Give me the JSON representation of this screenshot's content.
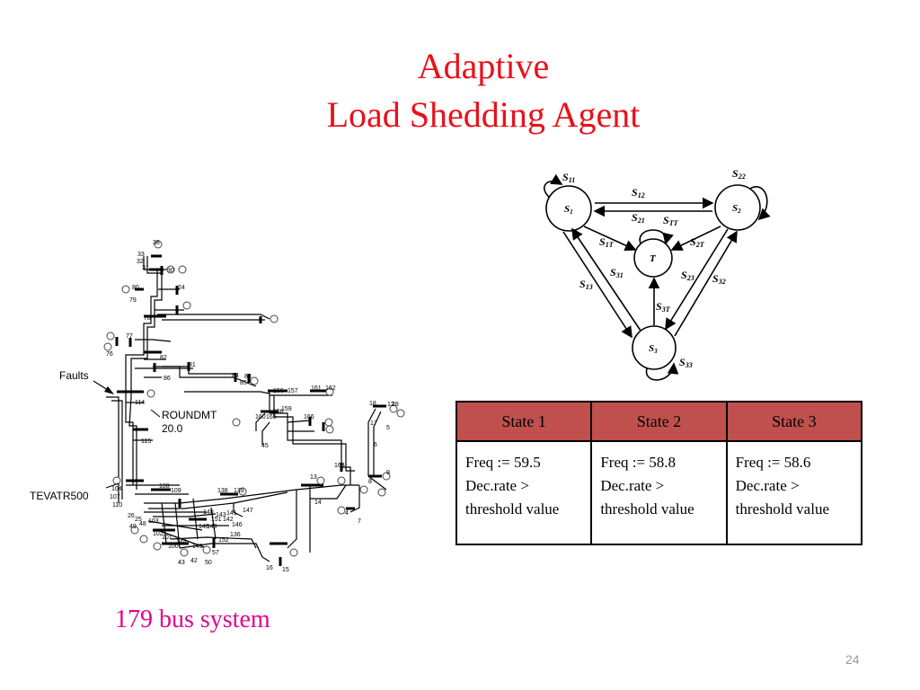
{
  "slide": {
    "title_line1": "Adaptive",
    "title_line2": "Load Shedding Agent",
    "caption": "179 bus system",
    "page_number": "24"
  },
  "network": {
    "labels": {
      "faults": "Faults",
      "roundmt": "ROUNDMT",
      "roundmt_value": "20.0",
      "tevatr": "TEVATR500"
    },
    "bus_numbers": [
      "38",
      "33",
      "32",
      "31",
      "30",
      "80",
      "79",
      "24",
      "78",
      "77",
      "76",
      "82",
      "86",
      "81",
      "84",
      "83",
      "85",
      "114",
      "115",
      "16",
      "15",
      "43",
      "42",
      "50",
      "57",
      "104",
      "110",
      "107",
      "108",
      "109",
      "138",
      "139",
      "140",
      "146",
      "147",
      "152",
      "136",
      "156",
      "157",
      "161",
      "162",
      "158",
      "159",
      "160",
      "165",
      "166",
      "45",
      "163",
      "14",
      "13",
      "17",
      "18",
      "5",
      "6",
      "9",
      "8",
      "7",
      "4",
      "12",
      "28",
      "26",
      "25",
      "48",
      "49",
      "103",
      "102",
      "101",
      "100",
      "144",
      "145",
      "148",
      "149",
      "151",
      "143",
      "142",
      "141",
      "137",
      "135"
    ],
    "colors": {
      "line": "#000000",
      "generator_ring": "#444444"
    }
  },
  "state_diagram": {
    "states": [
      "S1",
      "S2",
      "S3",
      "T"
    ],
    "transitions": [
      "S11",
      "S22",
      "S33",
      "STT",
      "S12",
      "S21",
      "S1T",
      "S2T",
      "S3T",
      "S13",
      "S31",
      "S23",
      "S32"
    ]
  },
  "table": {
    "headers": [
      "State 1",
      "State 2",
      "State 3"
    ],
    "rows": [
      {
        "freq": "Freq := 59.5",
        "dec_line1": "Dec.rate >",
        "dec_line2": "threshold value"
      },
      {
        "freq": "Freq := 58.8",
        "dec_line1": "Dec.rate >",
        "dec_line2": "threshold value"
      },
      {
        "freq": "Freq := 58.6",
        "dec_line1": "Dec.rate >",
        "dec_line2": "threshold value"
      }
    ],
    "header_color": "#c0504d"
  }
}
